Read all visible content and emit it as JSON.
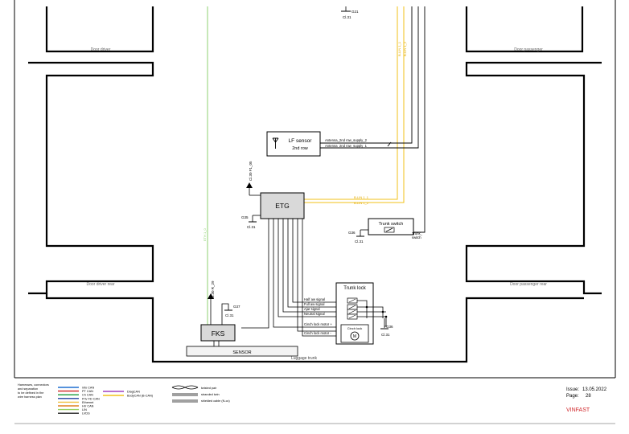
{
  "regions": {
    "door_driver": "Door driver",
    "door_passenger": "Door passenger",
    "door_driver_rear": "Door driver rear",
    "door_passenger_rear": "Door passenger rear",
    "luggage_trunk": "Luggage trunk"
  },
  "components": {
    "lf_sensor_line1": "LF sensor",
    "lf_sensor_line2": "2nd row",
    "etg": "ETG",
    "fks": "FKS",
    "sensor": "SENSOR",
    "trunk_switch": "Trunk switch",
    "trunk_switch_pin": "Trunk_",
    "trunk_switch_pin2": "switch",
    "trunk_lock": "Trunk lock",
    "cinch_lock": "Cinch lock"
  },
  "grounds": {
    "g21": "G21",
    "g21_cl": "Cl.31",
    "g35": "G35",
    "g35_cl": "Cl.31",
    "g36a": "G36",
    "g36a_cl": "Cl.31",
    "g37": "G37",
    "g37_cl": "Cl.31",
    "g36b": "G36",
    "g36b_cl": "Cl.31"
  },
  "signals": {
    "antenna_2": "Antenna_2nd row_supply_2",
    "antenna_1": "Antenna_2nd row_supply_1",
    "etg_up": "Cl.30 F1_05",
    "fks_up": "Cl.30 R_29",
    "lin_1": "B-LIN 1_1",
    "lin_2": "B-LIN 1_2",
    "top_bus_1": "B-LIN 1_1",
    "top_bus_2": "B-LIN 1_2",
    "green_wire": "ETH 1_0",
    "half": "Half aw signal",
    "full": "Full aw signal",
    "ajar": "Ajar signal",
    "neutral": "Neutral signal",
    "cinch_plus": "Cinch lock motor +",
    "cinch_minus": "Cinch lock motor -"
  },
  "legend": {
    "note": [
      "Harnesses, connectors",
      "and separation",
      "to be defined in the",
      "wire harness plan"
    ],
    "col1": [
      {
        "label": "info CAN",
        "color": "#1f6fd0"
      },
      {
        "label": "PT CAN",
        "color": "#d02020"
      },
      {
        "label": "Ch CAN",
        "color": "#1a9a3a"
      },
      {
        "label": "Priv FD CAN",
        "color": "#2040a0"
      },
      {
        "label": "Ethernet",
        "color": "#f0c040"
      },
      {
        "label": "HV CAN",
        "color": "#e08020"
      },
      {
        "label": "LIN",
        "color": "#9ad060"
      },
      {
        "label": "LVDS",
        "color": "#222222"
      }
    ],
    "col2": [
      {
        "label": "DiagCAN",
        "color": "#a040c0"
      },
      {
        "label": "BodyCAN (B-CAN)",
        "color": "#f2c21a"
      }
    ],
    "col3": [
      {
        "label": "twisted pair"
      },
      {
        "label": "stranded twin"
      },
      {
        "label": "shielded cable (N-cc)"
      }
    ]
  },
  "footer": {
    "issue_label": "Issue:",
    "issue_value": "13.05.2022",
    "page_label": "Page:",
    "page_value": "28",
    "brand": "VINFAST",
    "brand_color": "#d0262a"
  },
  "colors": {
    "lin_wire": "#f2c21a",
    "green_wire": "#8fd070"
  }
}
